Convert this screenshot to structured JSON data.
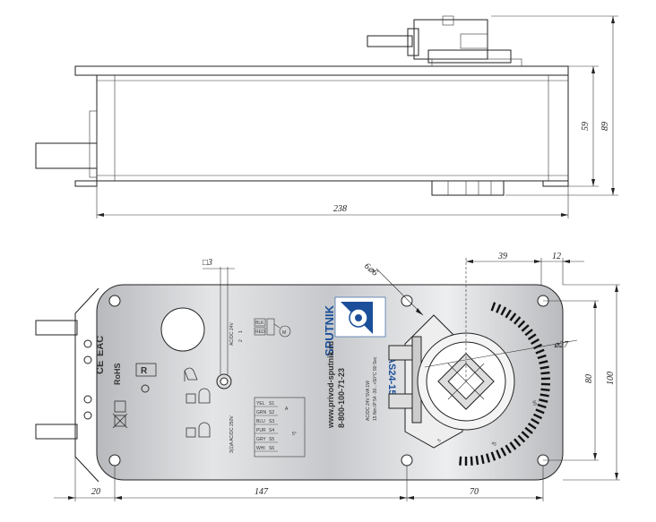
{
  "dimensions": {
    "side_width": "238",
    "side_height_inner": "59",
    "side_height_total": "89",
    "front_left": "20",
    "front_mid": "147",
    "front_right": "70",
    "front_height_outer": "100",
    "front_height_inner": "80",
    "top_39": "39",
    "top_12": "12",
    "square": "□3",
    "holes": "6⌀6",
    "shaft": "⌀27"
  },
  "brand": {
    "name": "SPUTNIK",
    "model": "AS24-15",
    "website": "www.privod-sputnik.ru",
    "phone": "8-800-100-71-23",
    "spec_line1": "AC/DC 24V  5VA  1W",
    "spec_line2": "15 Nm  IP 54  -30...+50°C  90 Sec"
  },
  "marks": {
    "eac": "EAC",
    "ce": "CE",
    "rohs": "RoHS",
    "r_mark": "R"
  },
  "labels": {
    "supply": "AC/DC 24V",
    "wire_blk": "BLK",
    "wire_red": "RED",
    "motor": "M",
    "term1": "1",
    "term2": "2",
    "rows": [
      "YEL",
      "GRN",
      "BLU",
      "PUR",
      "GRY",
      "WHI"
    ],
    "switch_spec": "3(1)A  AC/DC 250V",
    "s_labels": [
      "S1",
      "S2",
      "S3",
      "S4",
      "S5",
      "S6"
    ],
    "switch_a": "A",
    "switch_angle": "5°",
    "scale_90": "90",
    "scale_45": "45",
    "scale_5": "5"
  }
}
